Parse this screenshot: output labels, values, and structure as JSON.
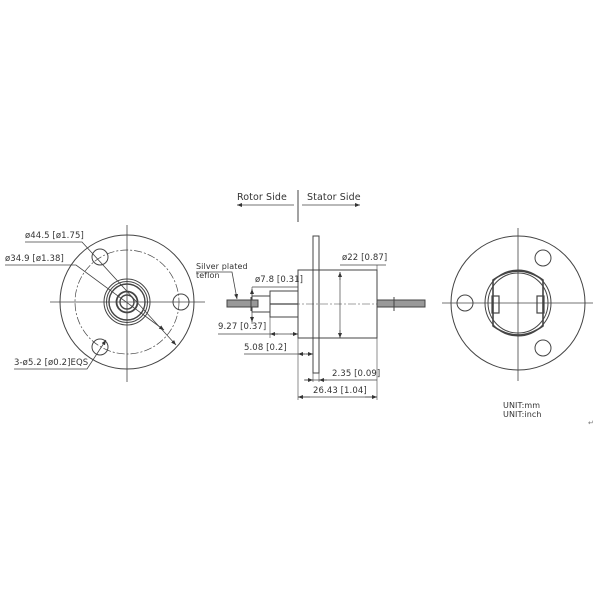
{
  "drawing": {
    "type": "slip ring technical drawing",
    "views": [
      "front view",
      "side view",
      "rear view"
    ],
    "colors": {
      "line": "#333333",
      "background": "#ffffff"
    }
  },
  "side_labels": {
    "rotor": "Rotor Side",
    "stator": "Stator Side"
  },
  "front_view": {
    "dim_outer": "ø44.5  [ø1.75]",
    "dim_bolt_circle": "ø34.9  [ø1.38]",
    "dim_holes": "3-ø5.2  [ø0.2]EQS"
  },
  "side_view": {
    "wire_note_line1": "Silver plated",
    "wire_note_line2": "teflon",
    "dim_shaft": "ø7.8  [0.31]",
    "dim_body": "ø22  [0.87]",
    "dim_rotor_length": "9.27  [0.37]",
    "dim_flange_offset": "5.08  [0.2]",
    "dim_flange_thickness": "2.35  [0.09]",
    "dim_total_length": "26.43  [1.04]"
  },
  "units": {
    "mm": "UNIT:mm",
    "inch": "UNIT:inch"
  },
  "corner_mark": "↵"
}
